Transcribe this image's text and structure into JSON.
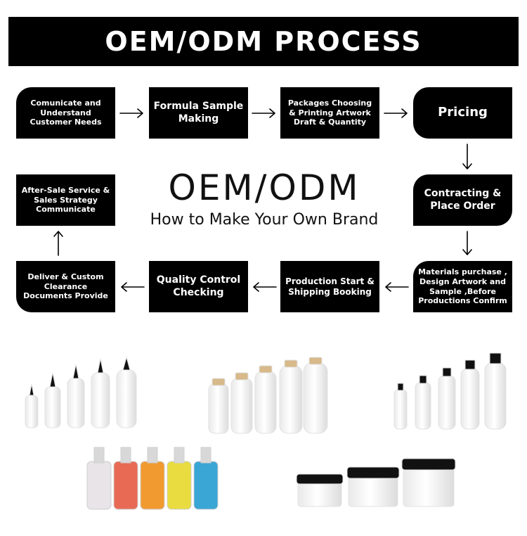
{
  "banner": {
    "title": "OEM/ODM PROCESS"
  },
  "center": {
    "title": "OEM/ODM",
    "subtitle": "How to Make Your Own Brand"
  },
  "steps": [
    {
      "label": "Comunicate and Understand Customer Needs"
    },
    {
      "label": "Formula Sample Making"
    },
    {
      "label": "Packages Choosing & Printing Artwork Draft & Quantity"
    },
    {
      "label": "Pricing"
    },
    {
      "label": "Contracting & Place Order"
    },
    {
      "label": "Materials purchase , Design Artwork and Sample ,Before Productions Confirm"
    },
    {
      "label": "Production Start & Shipping Booking"
    },
    {
      "label": "Quality Control Checking"
    },
    {
      "label": "Deliver & Custom Clearance Documents Provide"
    },
    {
      "label": "After-Sale Service & Sales Strategy Communicate"
    }
  ],
  "colors": {
    "box": "#000000",
    "text": "#ffffff",
    "spray_bottles": [
      "#e8e4e8",
      "#e86a55",
      "#f09a30",
      "#e8dc40",
      "#3aa6d6"
    ]
  }
}
